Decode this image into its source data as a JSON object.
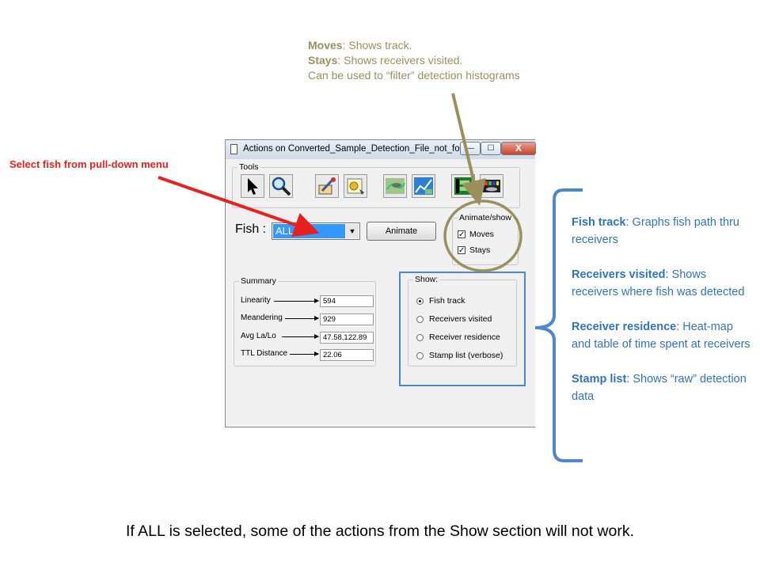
{
  "annotations": {
    "moves_term": "Moves",
    "moves_text": ": Shows track.",
    "stays_term": "Stays",
    "stays_text": ": Shows receivers visited.",
    "filter_text": "Can be used to “filter” detection histograms",
    "select_fish": "Select fish from pull-down menu"
  },
  "side_notes": [
    {
      "term": "Fish track",
      "text": ": Graphs fish path thru receivers"
    },
    {
      "term": "Receivers visited",
      "text": ": Shows receivers where fish was detected"
    },
    {
      "term": "Receiver residence",
      "text": ": Heat-map and table of time spent at receivers"
    },
    {
      "term": "Stamp list",
      "text": ": Shows “raw” detection data"
    }
  ],
  "footer": "If ALL is selected, some of the actions from the Show section will not work.",
  "window": {
    "title": "Actions on Converted_Sample_Detection_File_not_fo...",
    "min_glyph": "—",
    "max_glyph": "☐",
    "close_glyph": "X"
  },
  "tools": {
    "label": "Tools",
    "items": [
      "pointer-icon",
      "magnifier-icon",
      "tag-icon",
      "badge-icon",
      "fish-map-icon",
      "chart-icon",
      "film-icon",
      "palette-icon"
    ]
  },
  "fish": {
    "label": "Fish :",
    "selected": "ALL",
    "arrow_glyph": "▼"
  },
  "animate_button": "Animate",
  "animate_show": {
    "label": "Animate/show",
    "moves": "Moves",
    "stays": "Stays",
    "moves_checked": true,
    "stays_checked": true,
    "check_glyph": "✓"
  },
  "summary": {
    "label": "Summary",
    "rows": [
      {
        "label": "Linearity",
        "value": "594"
      },
      {
        "label": "Meandering",
        "value": "929"
      },
      {
        "label": "Avg La/Lo",
        "value": "47.58,122.89"
      },
      {
        "label": "TTL Distance",
        "value": "22.06"
      }
    ]
  },
  "show": {
    "label": "Show:",
    "options": [
      "Fish track",
      "Receivers visited",
      "Receiver residence",
      "Stamp list (verbose)"
    ],
    "selected_index": 0
  },
  "colors": {
    "olive": "#9b8f5c",
    "red": "#e8201e",
    "blue": "#4f86d0"
  }
}
